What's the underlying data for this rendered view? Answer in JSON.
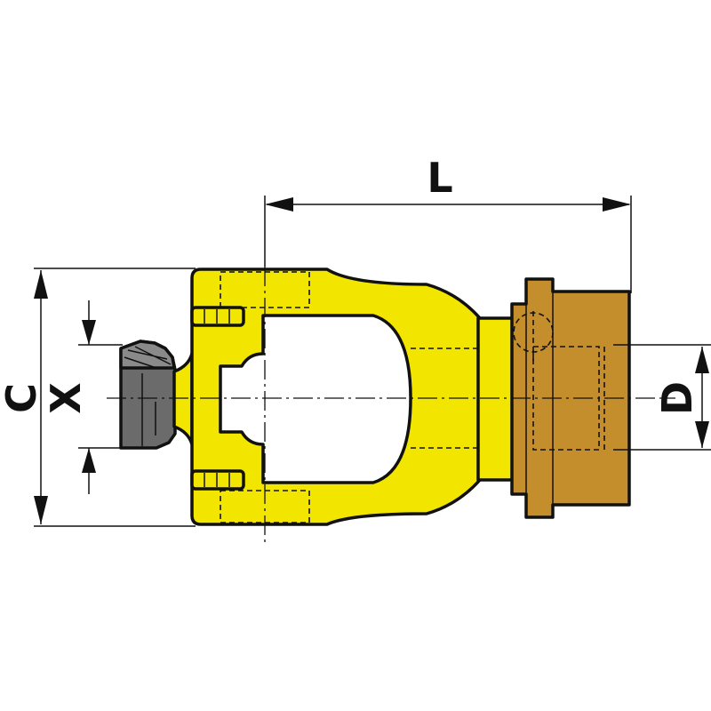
{
  "dimensions": {
    "length_label": "L",
    "overall_diameter_label": "C",
    "shaft_diameter_label": "X",
    "bore_diameter_label": "D"
  },
  "colors": {
    "yoke": "#f2e500",
    "collar": "#c48e2c",
    "cross_cap": "#6b6b6b",
    "outline": "#111111"
  }
}
